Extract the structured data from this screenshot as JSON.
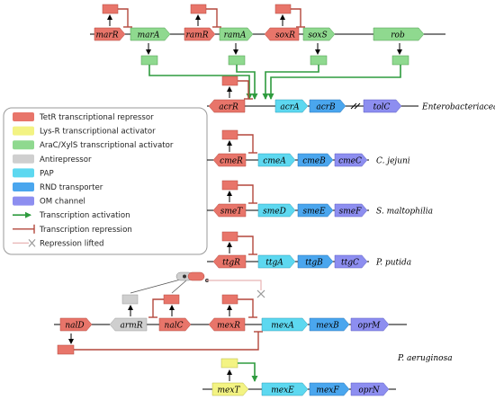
{
  "colors": {
    "tetr": "#e8756a",
    "lysr": "#f3f383",
    "arac": "#8fd98f",
    "antirepressor": "#cfcfcf",
    "pap": "#5dd8f0",
    "rnd": "#4aa6ee",
    "om": "#8d8ef0",
    "activation": "#2e9b3e",
    "repression": "#b3473c",
    "lifted": "#e8b4b4"
  },
  "legend": {
    "items": [
      {
        "label": "TetR transcriptional repressor",
        "color": "#e8756a",
        "kind": "box"
      },
      {
        "label": "Lys-R transcriptional activator",
        "color": "#f3f383",
        "kind": "box"
      },
      {
        "label": "AraC/XylS transcriptional activator",
        "color": "#8fd98f",
        "kind": "box"
      },
      {
        "label": "Antirepressor",
        "color": "#cfcfcf",
        "kind": "box"
      },
      {
        "label": "PAP",
        "color": "#5dd8f0",
        "kind": "box"
      },
      {
        "label": "RND transporter",
        "color": "#4aa6ee",
        "kind": "box"
      },
      {
        "label": "OM channel",
        "color": "#8d8ef0",
        "kind": "box"
      },
      {
        "label": "Transcription activation",
        "color": "#2e9b3e",
        "kind": "activation"
      },
      {
        "label": "Transcription repression",
        "color": "#b3473c",
        "kind": "repression"
      },
      {
        "label": "Repression lifted",
        "color": "#e8b4b4",
        "kind": "lifted"
      }
    ]
  },
  "organisms": {
    "enterobacteriaceae": "Enterobacteriaceae",
    "cjejuni": "C. jejuni",
    "smaltophilia": "S. maltophilia",
    "pputida": "P. putida",
    "paeruginosa": "P. aeruginosa"
  },
  "genes": {
    "marR": "marR",
    "marA": "marA",
    "ramR": "ramR",
    "ramA": "ramA",
    "soxR": "soxR",
    "soxS": "soxS",
    "rob": "rob",
    "acrR": "acrR",
    "acrA": "acrA",
    "acrB": "acrB",
    "tolC": "tolC",
    "cmeR": "cmeR",
    "cmeA": "cmeA",
    "cmeB": "cmeB",
    "cmeC": "cmeC",
    "smeT": "smeT",
    "smeD": "smeD",
    "smeE": "smeE",
    "smeF": "smeF",
    "ttgR": "ttgR",
    "ttgA": "ttgA",
    "ttgB": "ttgB",
    "ttgC": "ttgC",
    "nalD": "nalD",
    "armR": "armR",
    "nalC": "nalC",
    "mexR": "mexR",
    "mexA": "mexA",
    "mexB": "mexB",
    "oprM": "oprM",
    "mexT": "mexT",
    "mexE": "mexE",
    "mexF": "mexF",
    "oprN": "oprN"
  }
}
